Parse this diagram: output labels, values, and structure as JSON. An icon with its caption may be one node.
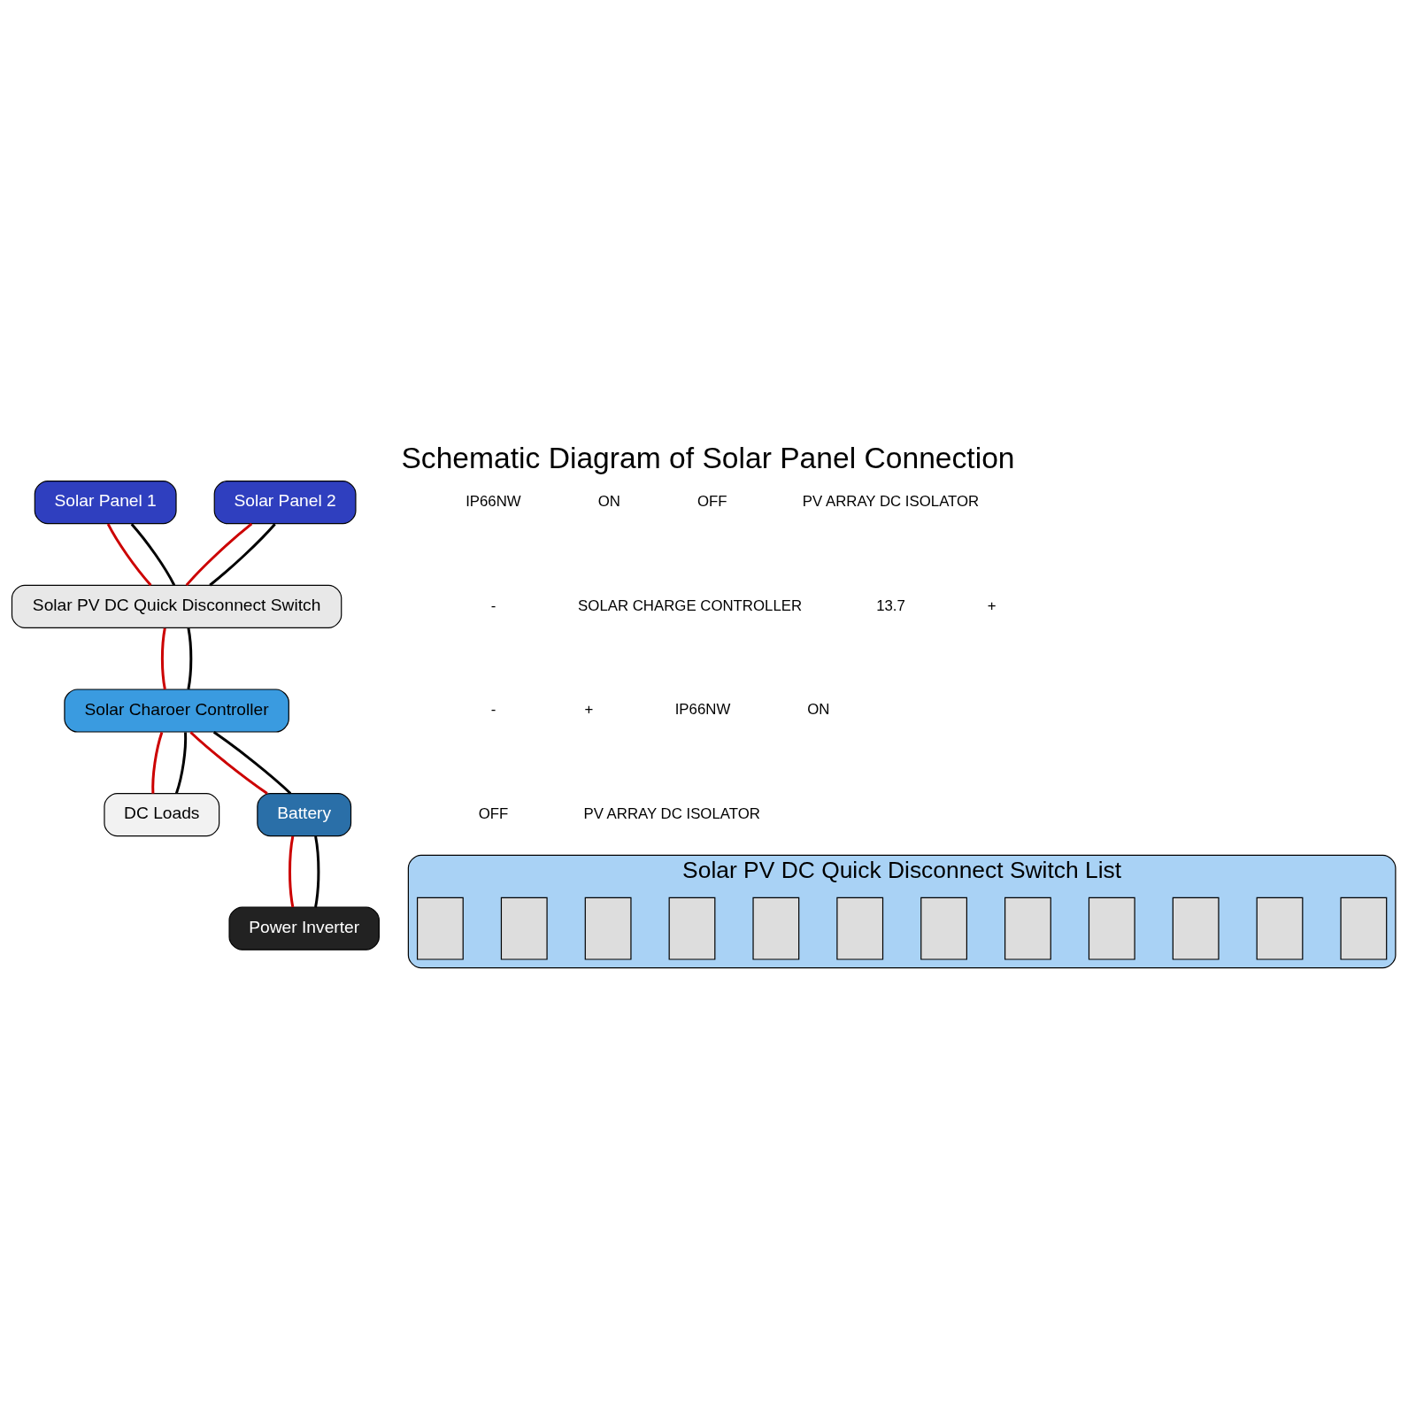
{
  "diagram": {
    "title": "Schematic Diagram of Solar Panel Connection",
    "nodes": [
      {
        "text": [
          "Solar Panel 1"
        ]
      },
      {
        "text": [
          "Solar PV DC Quick Disconnect Switch"
        ]
      },
      {
        "text": [
          "Solar Panel 2"
        ]
      },
      {
        "text": [
          "Power Inverter"
        ]
      },
      {
        "text": [
          "Solar Charoer Controller"
        ]
      },
      {
        "text": [
          "DC Loads"
        ]
      },
      {
        "text": [
          "Battery"
        ]
      },
      {
        "text": [
          "Solar PV DC Quick Disconnect Switch List"
        ]
      },
      {
        "text": [],
        "shape": "box",
        "in": 7
      },
      {
        "text": [],
        "shape": "box",
        "in": 7
      },
      {
        "text": [],
        "shape": "box",
        "in": 7
      },
      {
        "text": [],
        "shape": "box",
        "in": 7
      },
      {
        "text": [],
        "shape": "box",
        "in": 7
      },
      {
        "text": [],
        "shape": "box",
        "in": 7
      },
      {
        "text": [],
        "shape": "box",
        "in": 7
      },
      {
        "text": [],
        "shape": "box",
        "in": 7
      },
      {
        "text": [],
        "shape": "box",
        "in": 7
      },
      {
        "text": [],
        "shape": "box",
        "in": 7
      },
      {
        "text": [],
        "shape": "box",
        "in": 7
      },
      {
        "text": [],
        "shape": "box",
        "in": 7
      }
    ],
    "edges": [
      {
        "from": 0,
        "to": 1,
        "arrow": "none",
        "color": "#cc0000"
      },
      {
        "from": 0,
        "to": 1,
        "arrow": "none",
        "color": "#000000"
      },
      {
        "from": 2,
        "to": 1,
        "arrow": "none",
        "color": "#cc0000"
      },
      {
        "from": 2,
        "to": 1,
        "arrow": "none",
        "color": "#000000"
      },
      {
        "from": 1,
        "to": 4,
        "arrow": "none",
        "color": "#cc0000"
      },
      {
        "from": 1,
        "to": 4,
        "arrow": "none",
        "color": "#000000"
      },
      {
        "from": 4,
        "to": 6,
        "arrow": "none",
        "color": "#cc0000"
      },
      {
        "from": 4,
        "to": 6,
        "arrow": "none",
        "color": "#000000"
      },
      {
        "from": 4,
        "to": 5,
        "arrow": "none",
        "color": "#cc0000"
      },
      {
        "from": 4,
        "to": 5,
        "arrow": "none",
        "color": "#000000"
      },
      {
        "from": 6,
        "to": 3,
        "arrow": "none",
        "color": "#cc0000"
      },
      {
        "from": 6,
        "to": 3,
        "arrow": "none",
        "color": "#000000"
      }
    ],
    "labels": [
      "IP66NW",
      "ON",
      "OFF",
      "PV ARRAY DC ISOLATOR",
      "-",
      "SOLAR CHARGE CONTROLLER",
      "13.7",
      "+",
      "-",
      "+",
      "IP66NW",
      "ON",
      "OFF",
      "PV ARRAY DC ISOLATOR"
    ]
  }
}
